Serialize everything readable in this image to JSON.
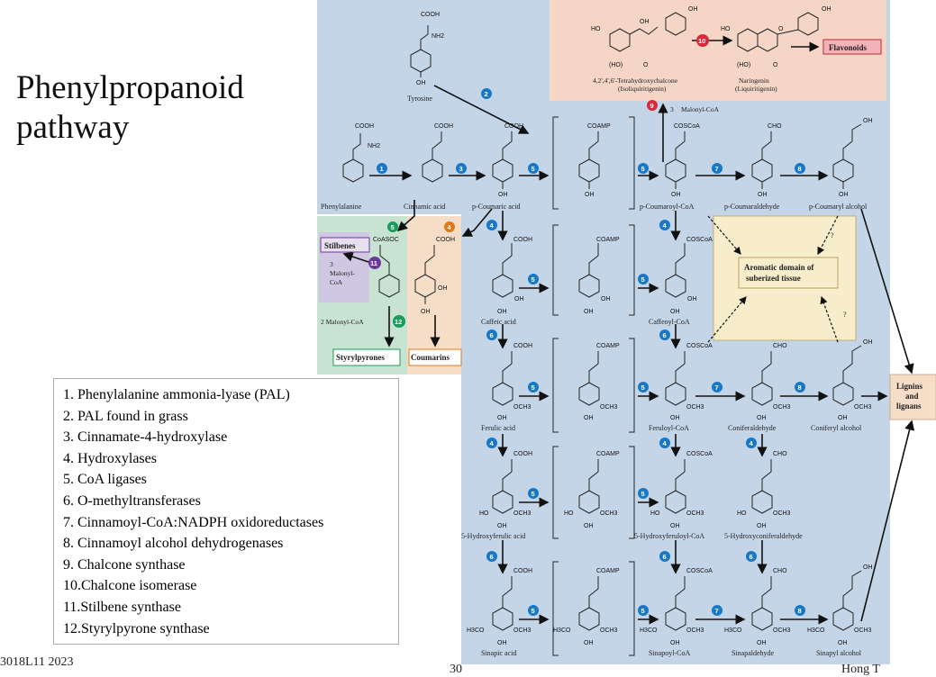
{
  "title": "Phenylpropanoid\npathway",
  "legend": [
    "1. Phenylalanine ammonia-lyase (PAL)",
    "2.  PAL found in grass",
    "3.  Cinnamate-4-hydroxylase",
    "4.  Hydroxylases",
    "5.  CoA ligases",
    "6.  O-methyltransferases",
    "7.  Cinnamoyl-CoA:NADPH oxidoreductases",
    "8.  Cinnamoyl alcohol dehydrogenases",
    "9.  Chalcone synthase",
    "10.Chalcone isomerase",
    "11.Stilbene synthase",
    "12.Styrylpyrone synthase"
  ],
  "footer": {
    "left": "3018L11 2023",
    "center": "30",
    "right": "Hong T"
  },
  "colors": {
    "blue": "#c5d5e8",
    "pink": "#f5d5c5",
    "green": "#c8e3d2",
    "purple": "#d0c8e3",
    "orange": "#f5ddc8",
    "yellow": "#f7edcb",
    "badge_blue": "#1878c8",
    "badge_red": "#d8283a",
    "badge_green": "#1c9a5a",
    "badge_orange": "#e07818",
    "badge_purple": "#6a3a9a"
  },
  "compounds": {
    "tyrosine": "Tyrosine",
    "phenylalanine": "Phenylalanine",
    "cinnamic": "Cinnamic acid",
    "coumaric": "p-Coumaric acid",
    "coumaroyl_coa": "p-Coumaroyl-CoA",
    "coumaraldehyde": "p-Coumaraldehyde",
    "coumaryl_alcohol": "p-Coumaryl alcohol",
    "chalcone": "4,2',4',6'-Tetrahydroxychalcone",
    "chalcone_alt": "(Isoliquiritigenin)",
    "naringenin": "Naringenin",
    "naringenin_alt": "(Liquiritigenin)",
    "caffeic": "Caffeic acid",
    "caffeoyl_coa": "Caffeoyl-CoA",
    "ferulic": "Ferulic acid",
    "feruloyl_coa": "Feruloyl-CoA",
    "coniferaldehyde": "Coniferaldehyde",
    "coniferyl_alcohol": "Coniferyl alcohol",
    "hydroxyferulic": "5-Hydroxyferulic acid",
    "hydroxyferuloyl": "5-Hydroxyferuloyl-CoA",
    "hydroxyconiferaldehyde": "5-Hydroxyconiferaldehyde",
    "sinapic": "Sinapic acid",
    "sinapoyl": "Sinapoyl-CoA",
    "sinapaldehyde": "Sinapaldehyde",
    "sinapyl": "Sinapyl alcohol"
  },
  "boxes": {
    "flavonoids": "Flavonoids",
    "stilbenes": "Stilbenes",
    "styrylpyrones": "Styrylpyrones",
    "coumarins": "Coumarins",
    "aromatic_line1": "Aromatic domain of",
    "aromatic_line2": "suberized tissue",
    "lignins_line1": "Lignins",
    "lignins_line2": "and",
    "lignins_line3": "lignans"
  },
  "notes": {
    "malonyl3": "Malonyl-CoA",
    "three": "3",
    "stil_three": "3",
    "stil_malonyl": "Malonyl-",
    "stil_coa": "CoA",
    "two_malonyl": "2   Malonyl-CoA",
    "question": "?"
  },
  "groups": {
    "cooh": "COOH",
    "nh2": "NH2",
    "oh": "OH",
    "coamp": "COAMP",
    "coscoa": "COSCoA",
    "cho": "CHO",
    "och3": "OCH3",
    "h3co": "H3CO",
    "ho": "HO",
    "coasoc": "CoASOC",
    "hoparen": "(HO)",
    "o": "O"
  },
  "badges": [
    "1",
    "2",
    "3",
    "4",
    "5",
    "6",
    "7",
    "8",
    "9",
    "10",
    "11",
    "12"
  ]
}
